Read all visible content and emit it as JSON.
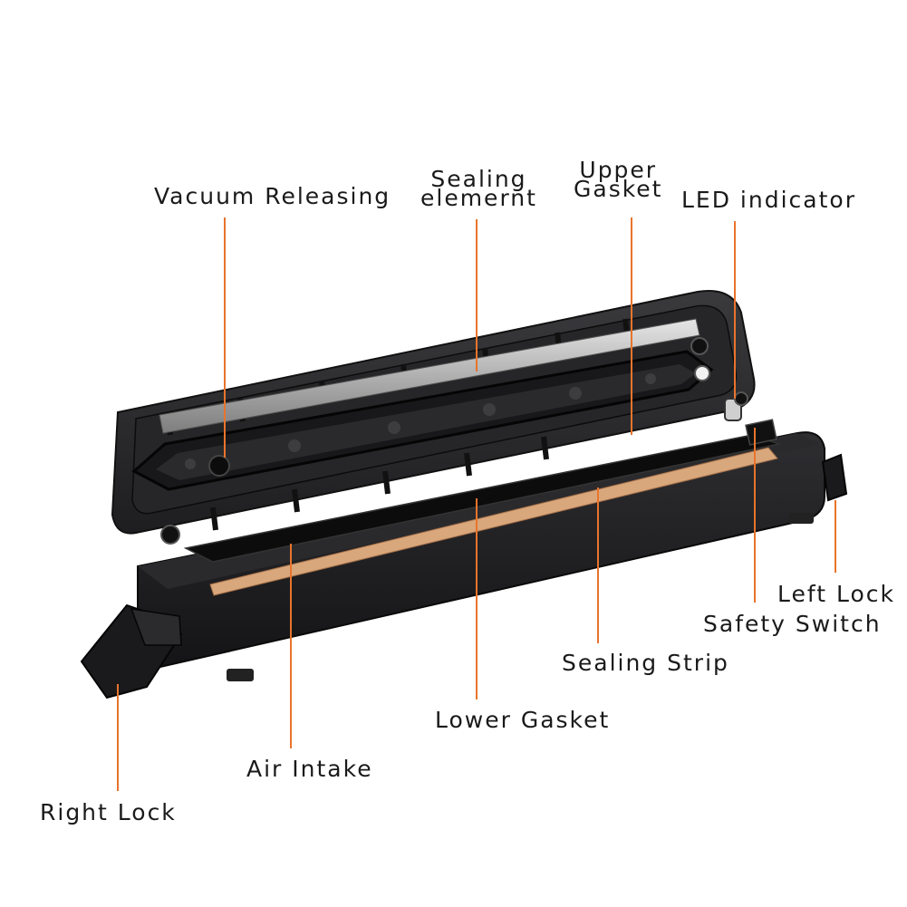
{
  "diagram": {
    "leader_color": "#e8742c",
    "device_color": "#1c1c1e",
    "sealing_strip_color": "#d9a77c",
    "labels": {
      "vacuum_releasing": "Vacuum Releasing",
      "sealing_element_line1": "Sealing",
      "sealing_element_line2": "elemernt",
      "upper_gasket_line1": "Upper",
      "upper_gasket_line2": "Gasket",
      "led_indicator": "LED indicator",
      "left_lock": "Left Lock",
      "safety_switch": "Safety Switch",
      "sealing_strip": "Sealing Strip",
      "lower_gasket": "Lower Gasket",
      "air_intake": "Air Intake",
      "right_lock": "Right Lock"
    }
  }
}
